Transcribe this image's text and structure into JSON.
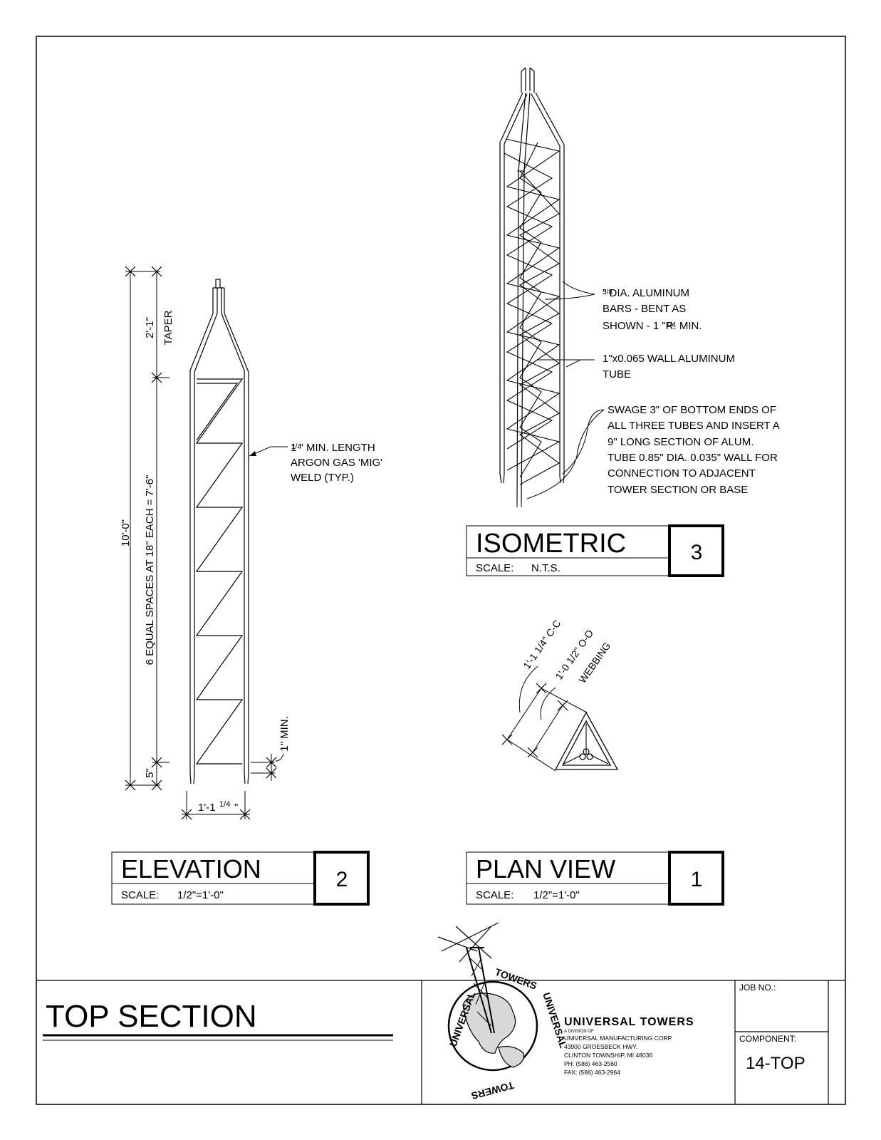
{
  "elevation_view": {
    "dim_overall": "10'-0\"",
    "dim_taper": "2'-1\"",
    "taper_label": "TAPER",
    "dim_spaces": "6 EQUAL SPACES AT 18\" EACH = 7'-6\"",
    "dim_bottom": "5\"",
    "dim_min": "1\" MIN.",
    "dim_width_prefix": "1'-1",
    "dim_width_frac": "1/4",
    "dim_width_suffix": "\"",
    "weld_note_frac": "1/4",
    "weld_note_line1": "1   \" MIN. LENGTH",
    "weld_note_line2": "ARGON GAS 'MIG'",
    "weld_note_line3": "WELD (TYP.)"
  },
  "isometric_view": {
    "bars_note_frac": "3/8",
    "bars_note_line1": "   \" DIA. ALUMINUM",
    "bars_note_line2": "BARS - BENT AS",
    "bars_note_line3": "SHOWN - 1   \"R. MIN.",
    "bars_note_frac2": "1/4",
    "tube_note_line1": "1\"x0.065 WALL ALUMINUM",
    "tube_note_line2": "TUBE",
    "swage_note_lines": [
      "SWAGE 3\" OF BOTTOM ENDS OF",
      "ALL THREE TUBES AND INSERT A",
      "9\" LONG SECTION OF ALUM.",
      "TUBE 0.85\" DIA. 0.035\" WALL FOR",
      "CONNECTION TO ADJACENT",
      "TOWER SECTION OR BASE"
    ]
  },
  "plan_view": {
    "dim_cc": "1'-1 1/4\" C-C",
    "dim_oo": "1'-0 1/2\" O-O",
    "webbing_label": "WEBBING"
  },
  "title_blocks": [
    {
      "title": "ISOMETRIC",
      "scale_label": "SCALE:",
      "scale_value": "N.T.S.",
      "number": "3"
    },
    {
      "title": "ELEVATION",
      "scale_label": "SCALE:",
      "scale_value": "1/2\"=1'-0\"",
      "number": "2"
    },
    {
      "title": "PLAN VIEW",
      "scale_label": "SCALE:",
      "scale_value": "1/2\"=1'-0\"",
      "number": "1"
    }
  ],
  "sheet": {
    "drawing_title": "TOP SECTION",
    "logo_top": "TOWERS",
    "logo_left": "UNIVERSAL",
    "logo_right": "UNIVERSAL",
    "logo_bottom": "TOWERS",
    "company_name": "UNIVERSAL TOWERS",
    "company_lines": [
      "A DIVISION OF",
      "UNIVERSAL MANUFACTURING CORP.",
      "43900 GROESBECK HWY.",
      "CLINTON TOWNSHIP, MI 48036",
      "PH: (586) 463-2560",
      "FAX: (586) 463-2964"
    ],
    "job_no_label": "JOB  NO.:",
    "job_no_value": "",
    "component_label": "COMPONENT:",
    "component_value": "14-TOP"
  }
}
